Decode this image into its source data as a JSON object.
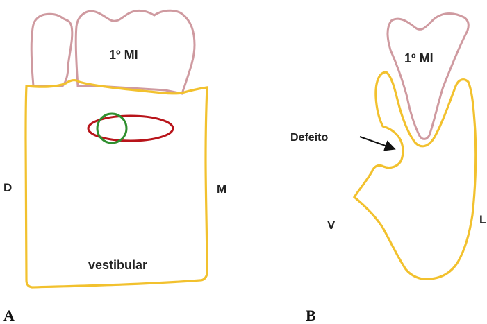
{
  "colors": {
    "bone_outline": "#f2c12e",
    "tooth_outline": "#cf9aa0",
    "ellipse_outline": "#b8141a",
    "circle_outline": "#2f8f2f",
    "text": "#222222",
    "background": "#ffffff"
  },
  "panel_a": {
    "letter": "A",
    "tooth_label": "1º MI",
    "left_side_label": "D",
    "right_side_label": "M",
    "bottom_label": "vestibular"
  },
  "panel_b": {
    "letter": "B",
    "tooth_label": "1º MI",
    "defect_label": "Defeito",
    "left_side_label": "V",
    "right_side_label": "L"
  }
}
